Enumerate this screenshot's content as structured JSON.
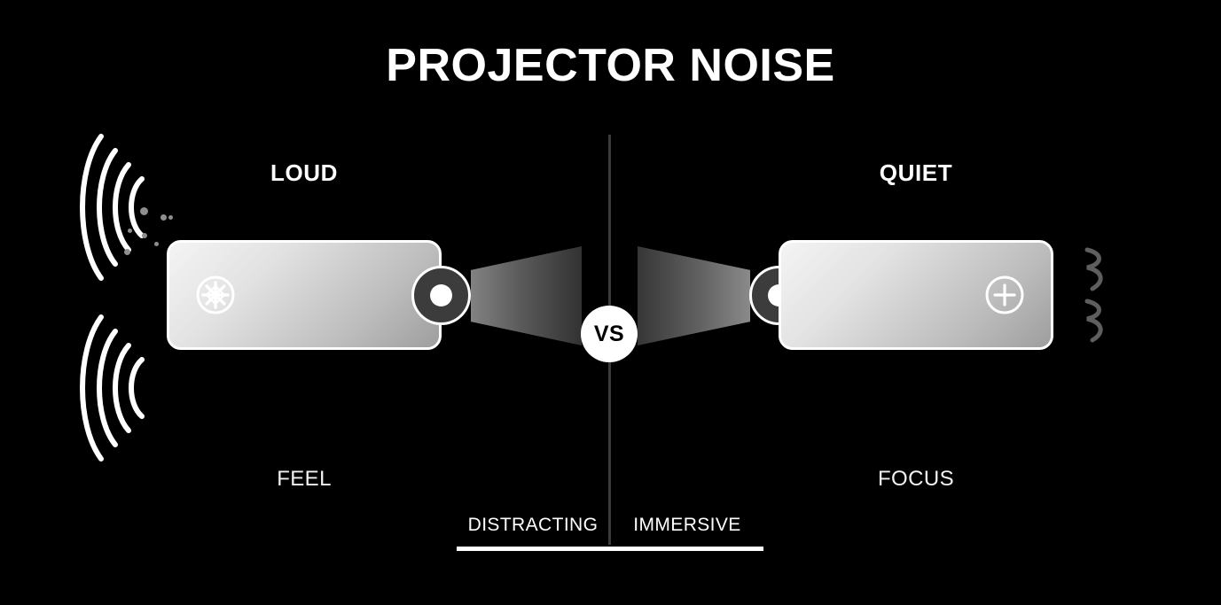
{
  "title": "PROJECTOR NOISE",
  "center": {
    "vs_label": "VS"
  },
  "left": {
    "heading": "LOUD",
    "sub_label": "FEEL",
    "body_icon": "snowflake-icon",
    "noise_marks": "sound-wave-arcs"
  },
  "right": {
    "heading": "QUIET",
    "sub_label": "FOCUS",
    "body_icon": "plus-icon",
    "noise_marks": "quiet-squiggle-marks"
  },
  "scale": {
    "left_label": "DISTRACTING",
    "right_label": "IMMERSIVE"
  },
  "colors": {
    "background": "#000000",
    "text": "#ffffff",
    "divider": "#3b3b3b",
    "lens_body": "#3c3c3c",
    "particle": "#8e8e8e",
    "squiggle": "#5e5e5e"
  }
}
